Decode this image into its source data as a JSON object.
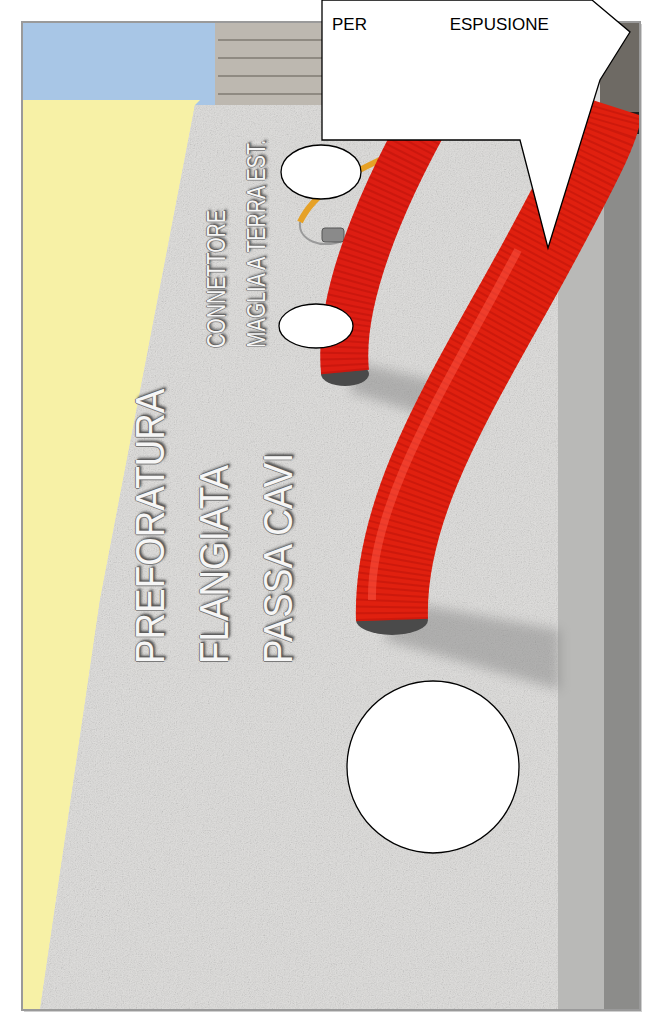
{
  "diagram": {
    "nodes": [
      {
        "text": [
          "PER ESPUSIONE"
        ]
      }
    ],
    "labels": [
      "PREFORATURA FLANGIATA PASSA CAVI",
      "CONNETTORE MAGLIA A TERRA EST."
    ]
  }
}
